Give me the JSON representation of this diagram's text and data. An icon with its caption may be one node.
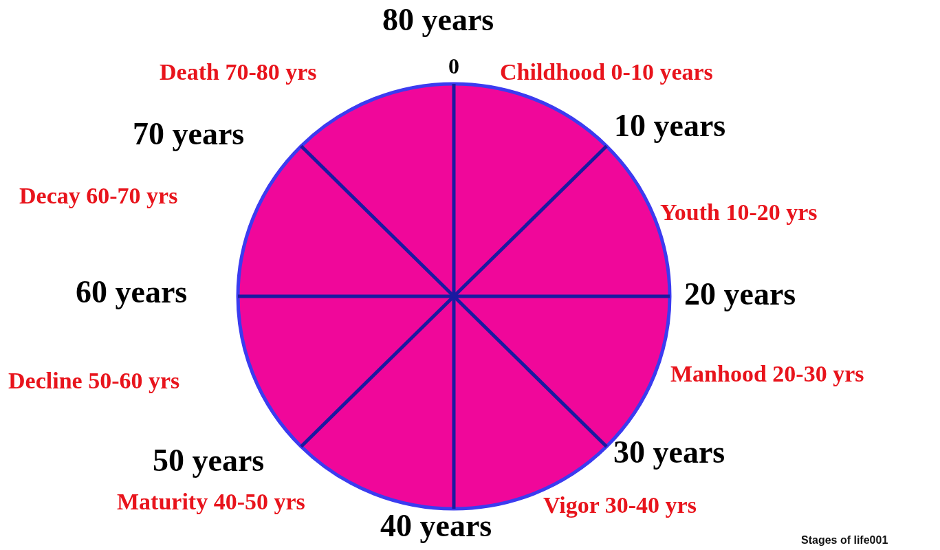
{
  "diagram": {
    "labels": [
      "80 years",
      "Death 70-80 yrs",
      "0",
      "Childhood 0-10 years",
      "70 years",
      "10 years",
      "Decay 60-70 yrs",
      "Youth 10-20 yrs",
      "60 years",
      "20 years",
      "Decline 50-60 yrs",
      "Manhood 20-30 yrs",
      "50 years",
      "30 years",
      "Maturity 40-50 yrs",
      "Vigor 30-40 yrs",
      "40 years",
      "Stages of life001"
    ]
  }
}
